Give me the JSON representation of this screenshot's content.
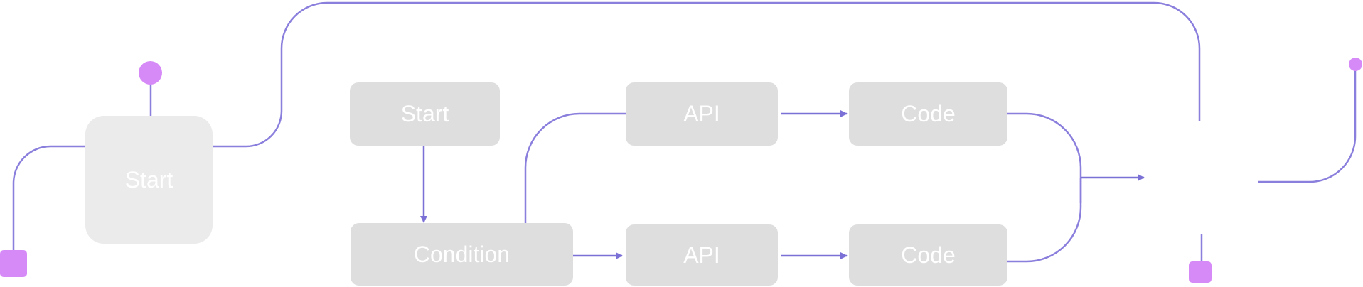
{
  "colors": {
    "wire": "#8a7fdc",
    "arrow": "#7b70d6",
    "handle": "#d68af7",
    "node_fill": "#dedede",
    "node_fill_start": "#ebebeb",
    "node_text": "#ffffff"
  },
  "nodes": {
    "outer_start": {
      "label": "Start"
    },
    "inner_start": {
      "label": "Start"
    },
    "condition": {
      "label": "Condition"
    },
    "api_top": {
      "label": "API"
    },
    "api_bottom": {
      "label": "API"
    },
    "code_top": {
      "label": "Code"
    },
    "code_bottom": {
      "label": "Code"
    }
  },
  "edges": [
    {
      "from": "inner_start",
      "to": "condition",
      "arrow": true
    },
    {
      "from": "condition",
      "to": "api_top",
      "arrow": false
    },
    {
      "from": "condition",
      "to": "api_bottom",
      "arrow": true
    },
    {
      "from": "api_top",
      "to": "code_top",
      "arrow": true
    },
    {
      "from": "api_bottom",
      "to": "code_bottom",
      "arrow": true
    },
    {
      "from": "code_top",
      "to": "group_output",
      "arrow": true
    },
    {
      "from": "code_bottom",
      "to": "group_output",
      "arrow": true
    }
  ],
  "handles": [
    {
      "name": "outer-start-top-handle",
      "shape": "circle"
    },
    {
      "name": "left-input-handle",
      "shape": "square"
    },
    {
      "name": "bottom-right-handle",
      "shape": "square"
    },
    {
      "name": "right-edge-handle",
      "shape": "circle"
    }
  ]
}
